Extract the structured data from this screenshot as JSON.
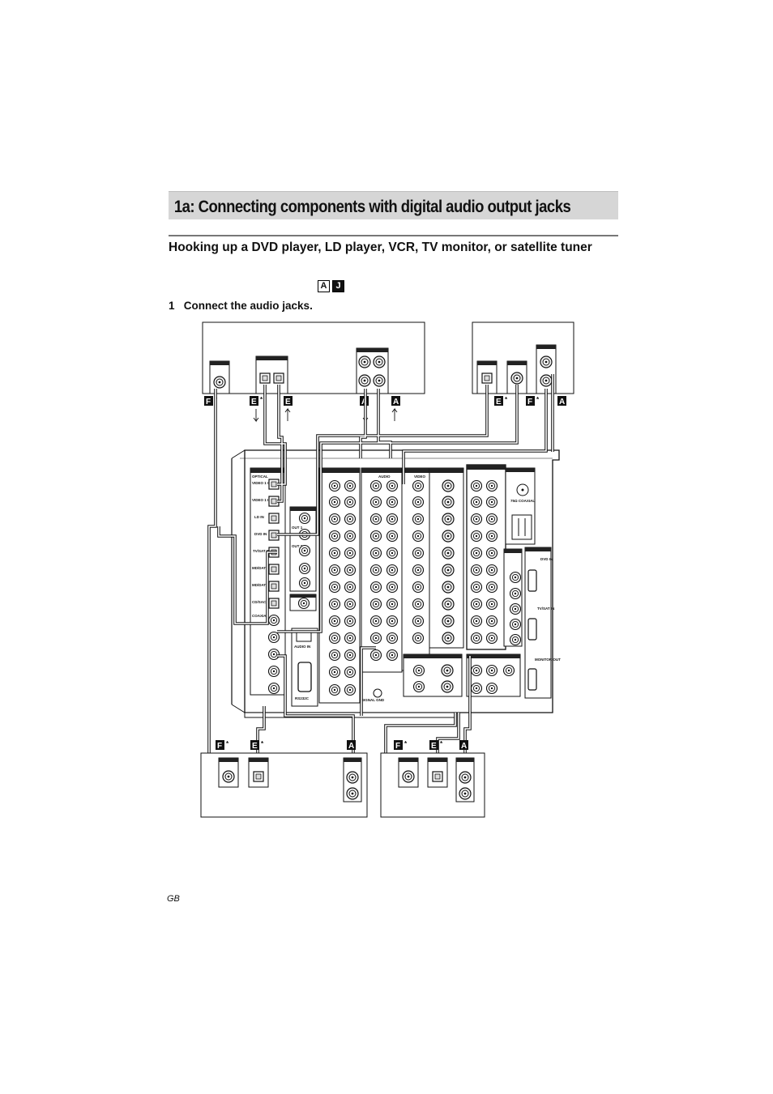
{
  "page": {
    "chapter_title": "1a: Connecting components with digital audio output jacks",
    "section_title": "Hooking up a DVD player, LD player, VCR, TV monitor, or satellite tuner",
    "refs": [
      "A",
      "J"
    ],
    "step_number": "1",
    "step_text": "Connect the audio jacks.",
    "footer_lang": "GB"
  },
  "diagram": {
    "cable_letters": {
      "top_left": [
        "F",
        "E",
        "E",
        "A",
        "A"
      ],
      "top_right": [
        "E",
        "F",
        "A"
      ],
      "bottom_left": [
        "F",
        "E",
        "A"
      ],
      "bottom_right": [
        "F",
        "E",
        "A"
      ]
    },
    "asterisk": "*",
    "receiver_labels": {
      "optical": "OPTICAL",
      "video1_out": "VIDEO 1 OUT",
      "video1_in": "VIDEO 1 IN",
      "ld_in": "LD IN",
      "dvd_in": "DVD IN",
      "tvsat_in": "TV/SAT IN",
      "mdtape_out": "MD/DAT OUT",
      "mdtape_in": "MD/DAT IN",
      "cd_sacd_in": "CD/SACD IN",
      "coaxial": "COAXIAL",
      "audio_in": "AUDIO IN",
      "rs232c": "RS232C",
      "audio": "AUDIO",
      "video": "VIDEO",
      "out1": "OUT 1",
      "out2": "OUT 2",
      "signal_gnd": "SIGNAL GND",
      "dvd_in_right": "DVD IN",
      "tvsat_in_right": "TV/SAT IN",
      "monitor_out": "MONITOR OUT",
      "coaxial_75": "75Ω COAXIAL"
    },
    "colors": {
      "line": "#111111",
      "panel": "#ffffff",
      "jack_fill": "#e8e8e8",
      "label_fill": "#222222"
    }
  }
}
